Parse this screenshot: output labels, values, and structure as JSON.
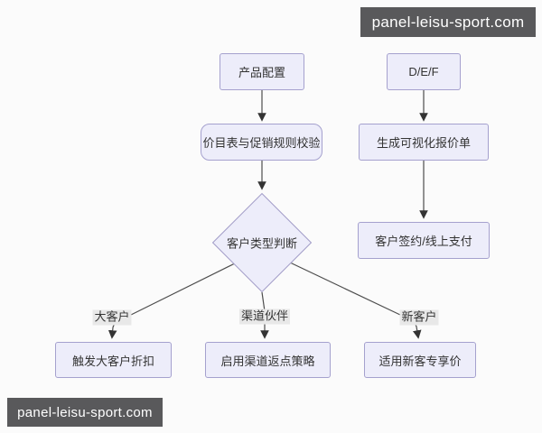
{
  "watermarks": {
    "top_right": "panel-leisu-sport.com",
    "bottom_left": "panel-leisu-sport.com"
  },
  "flowchart": {
    "nodes": {
      "product_config": {
        "label": "产品配置",
        "shape": "rect"
      },
      "price_promo_check": {
        "label": "价目表与促销规则校验",
        "shape": "rounded-rect"
      },
      "customer_type_decision": {
        "label": "客户类型判断",
        "shape": "diamond"
      },
      "def_step": {
        "label": "D/E/F",
        "shape": "rect"
      },
      "generate_quote": {
        "label": "生成可视化报价单",
        "shape": "rect"
      },
      "sign_and_pay": {
        "label": "客户签约/线上支付",
        "shape": "rect"
      },
      "key_account_discount": {
        "label": "触发大客户折扣",
        "shape": "rect"
      },
      "channel_rebate_policy": {
        "label": "启用渠道返点策略",
        "shape": "rect"
      },
      "new_customer_price": {
        "label": "适用新客专享价",
        "shape": "rect"
      }
    },
    "edge_labels": {
      "key_account": "大客户",
      "channel_partner": "渠道伙伴",
      "new_customer": "新客户"
    },
    "edges": [
      {
        "from": "product_config",
        "to": "price_promo_check"
      },
      {
        "from": "price_promo_check",
        "to": "customer_type_decision"
      },
      {
        "from": "customer_type_decision",
        "to": "key_account_discount",
        "label": "大客户"
      },
      {
        "from": "customer_type_decision",
        "to": "channel_rebate_policy",
        "label": "渠道伙伴"
      },
      {
        "from": "customer_type_decision",
        "to": "new_customer_price",
        "label": "新客户"
      },
      {
        "from": "def_step",
        "to": "generate_quote"
      },
      {
        "from": "generate_quote",
        "to": "sign_and_pay"
      }
    ],
    "colors": {
      "node_fill": "#ededfa",
      "node_border": "#a5a1ce",
      "node_text": "#333333",
      "connector": "#4d4d4d",
      "arrowhead": "#333333",
      "edge_label_bg": "#e8e8e8",
      "watermark_bg": "#59595b",
      "watermark_text": "#ffffff"
    }
  }
}
